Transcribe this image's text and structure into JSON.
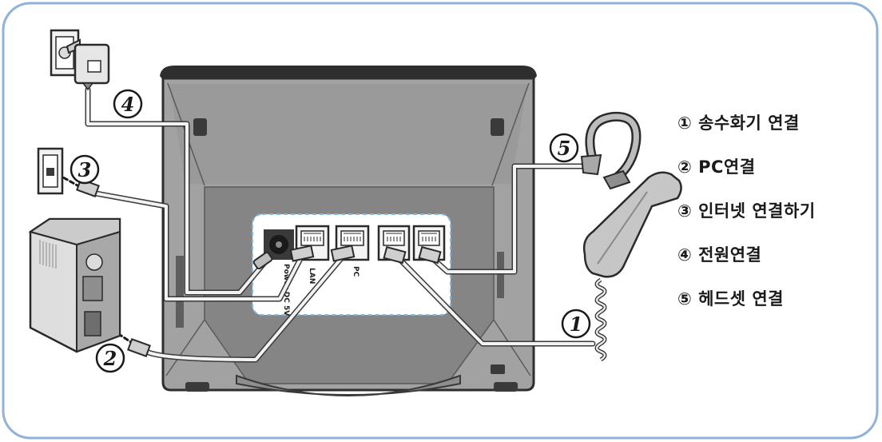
{
  "colors": {
    "frame": "#8fb2d8",
    "phone_body": "#9a9a9a",
    "phone_dark": "#3a3a3a",
    "port_panel": "#7fb8e0",
    "cable": "#f2f2f2",
    "text": "#1a1a1a"
  },
  "callouts": {
    "c1": "1",
    "c2": "2",
    "c3": "3",
    "c4": "4",
    "c5": "5"
  },
  "ports": {
    "power": "Power DC 5V",
    "lan": "LAN",
    "pc": "PC"
  },
  "legend": {
    "items": [
      "① 송수화기 연결",
      "② PC연결",
      "③ 인터넷 연결하기",
      "④ 전원연결",
      "⑤ 헤드셋 연결"
    ]
  }
}
